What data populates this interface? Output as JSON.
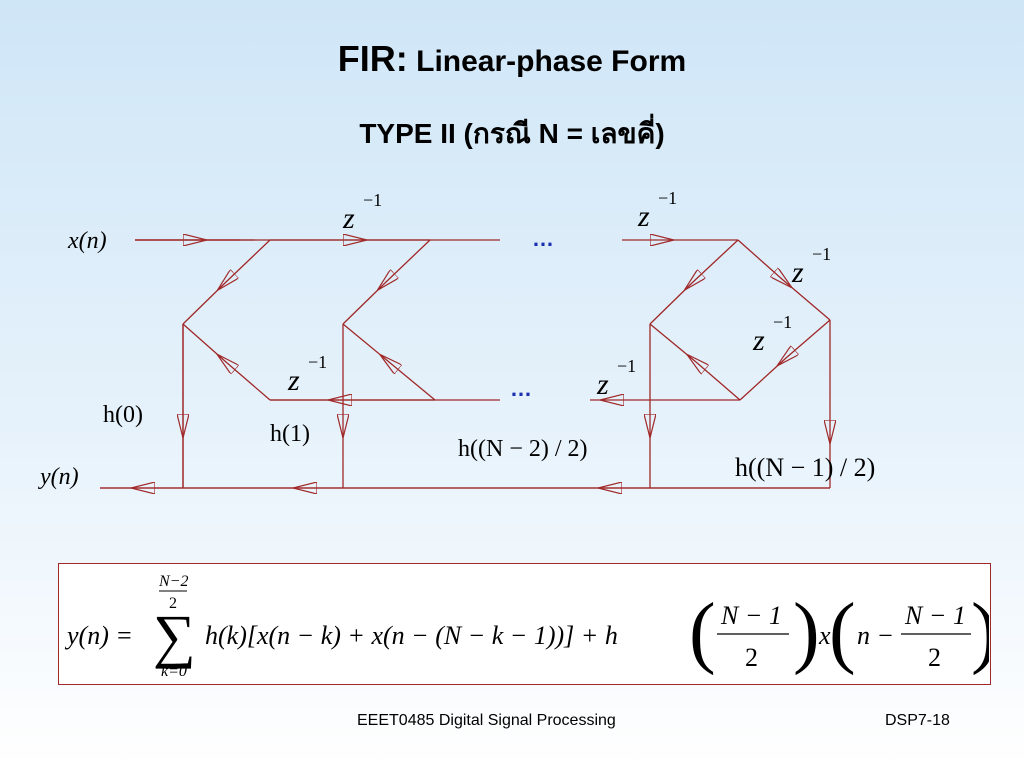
{
  "slide": {
    "title_main": "FIR:",
    "title_rest": " Linear-phase Form",
    "subtitle": "TYPE II (กรณี N = เลขคี่)"
  },
  "diagram": {
    "input_label": "x(n)",
    "output_label": "y(n)",
    "delay_base": "z",
    "delay_exp": "−1",
    "ellipsis": "…",
    "coef_labels": [
      "h(0)",
      "h(1)",
      "h((N − 2) / 2)",
      "h((N − 1) / 2)"
    ]
  },
  "formula": {
    "lhs": "y(n) =",
    "sum_upper_num": "N−2",
    "sum_upper_den": "2",
    "sum_symbol": "∑",
    "sum_lower": "k=0",
    "term": "h(k)[x(n − k) + x(n − (N − k − 1))] + h",
    "frac1_num": "N − 1",
    "frac1_den": "2",
    "mid": "x",
    "n_minus": "n −",
    "frac2_num": "N − 1",
    "frac2_den": "2"
  },
  "footer": {
    "course": "EEET0485 Digital Signal Processing",
    "page": "DSP7-18"
  },
  "colors": {
    "line": "#a02828",
    "ellipsis": "#1a2fb0"
  }
}
